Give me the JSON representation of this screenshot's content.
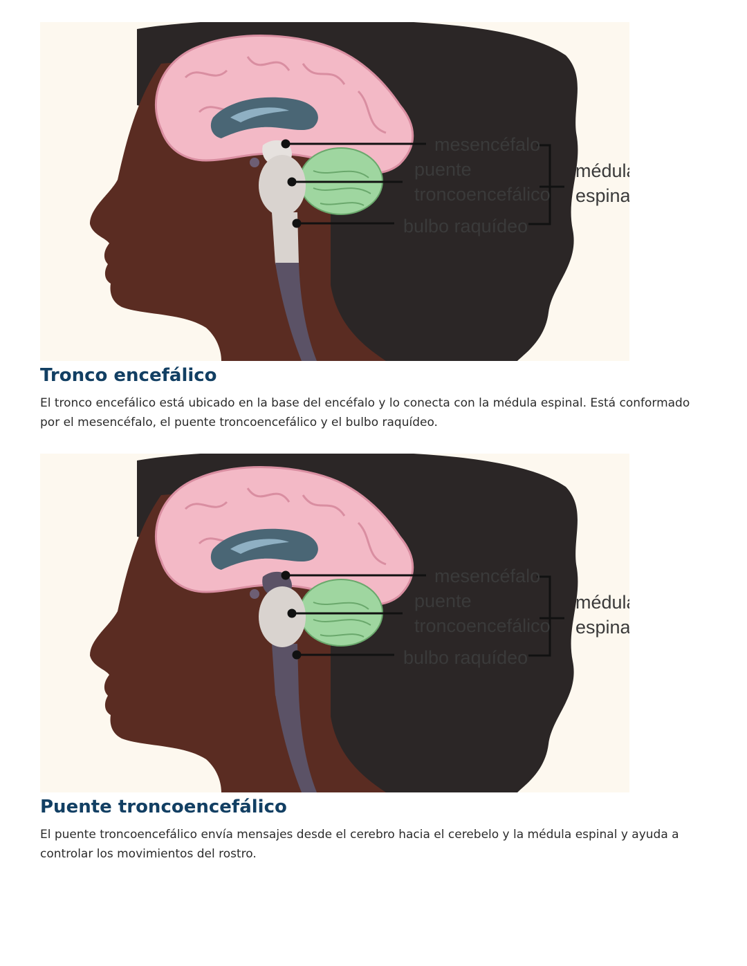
{
  "figure1": {
    "labels": {
      "mesencefalo": "mesencéfalo",
      "puente_1": "puente",
      "puente_2": "troncoencefálico",
      "bulbo": "bulbo raquídeo",
      "medula_1": "médula",
      "medula_2": "espinal"
    },
    "highlight": "brainstem"
  },
  "section1": {
    "title": "Tronco encefálico",
    "text": "El tronco encefálico está ubicado en la base del encéfalo y lo conecta con la médula espinal. Está conformado por el mesencéfalo, el puente troncoencefálico y el bulbo raquídeo."
  },
  "figure2": {
    "labels": {
      "mesencefalo": "mesencéfalo",
      "puente_1": "puente",
      "puente_2": "troncoencefálico",
      "bulbo": "bulbo raquídeo",
      "medula_1": "médula",
      "medula_2": "espinal"
    },
    "highlight": "pons"
  },
  "section2": {
    "title": "Puente troncoencefálico",
    "text": "El puente troncoencefálico envía mensajes desde el cerebro hacia el cerebelo y la médula espinal y ayuda a controlar los movimientos del rostro."
  },
  "colors": {
    "title": "#123f63",
    "text": "#2b2b2b",
    "skin": "#5a2c22",
    "hair": "#2b2626",
    "cerebrum": "#f3b9c6",
    "cerebellum": "#9fd6a0",
    "brainstem": "#d9d3cf",
    "spinal_cord": "#5b5266"
  }
}
